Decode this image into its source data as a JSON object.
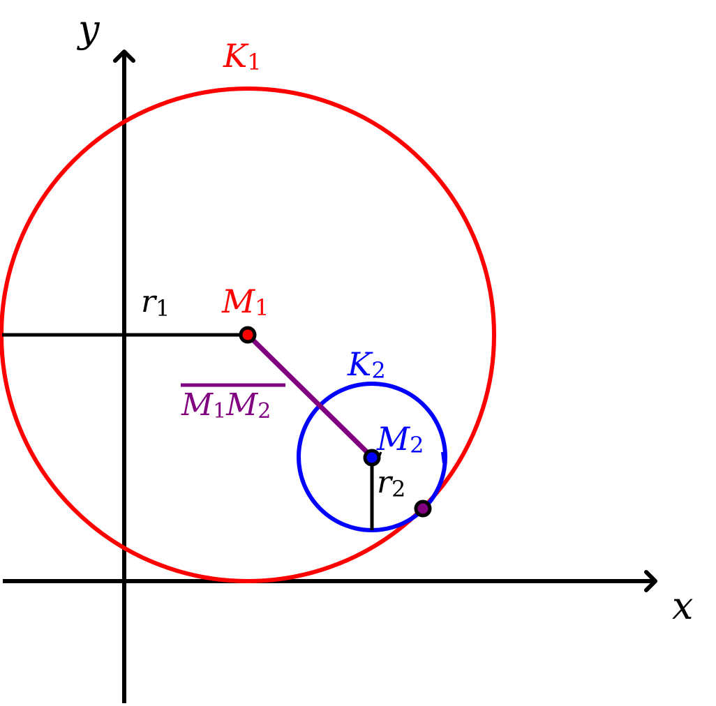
{
  "axes": {
    "x_label": "x",
    "y_label": "y"
  },
  "circles": {
    "k1": {
      "label": "K",
      "label_sub": "1",
      "color": "#ff0000"
    },
    "k2": {
      "label": "K",
      "label_sub": "2",
      "color": "#0000ff"
    }
  },
  "points": {
    "m1": {
      "label": "M",
      "label_sub": "1",
      "color": "#ff0000"
    },
    "m2": {
      "label": "M",
      "label_sub": "2",
      "color": "#0000ff"
    },
    "tangent": {
      "color": "#800080"
    }
  },
  "radii": {
    "r1": {
      "label": "r",
      "label_sub": "1"
    },
    "r2": {
      "label": "r",
      "label_sub": "2"
    }
  },
  "segment": {
    "label_a": "M",
    "label_a_sub": "1",
    "label_b": "M",
    "label_b_sub": "2",
    "color": "#800080"
  }
}
